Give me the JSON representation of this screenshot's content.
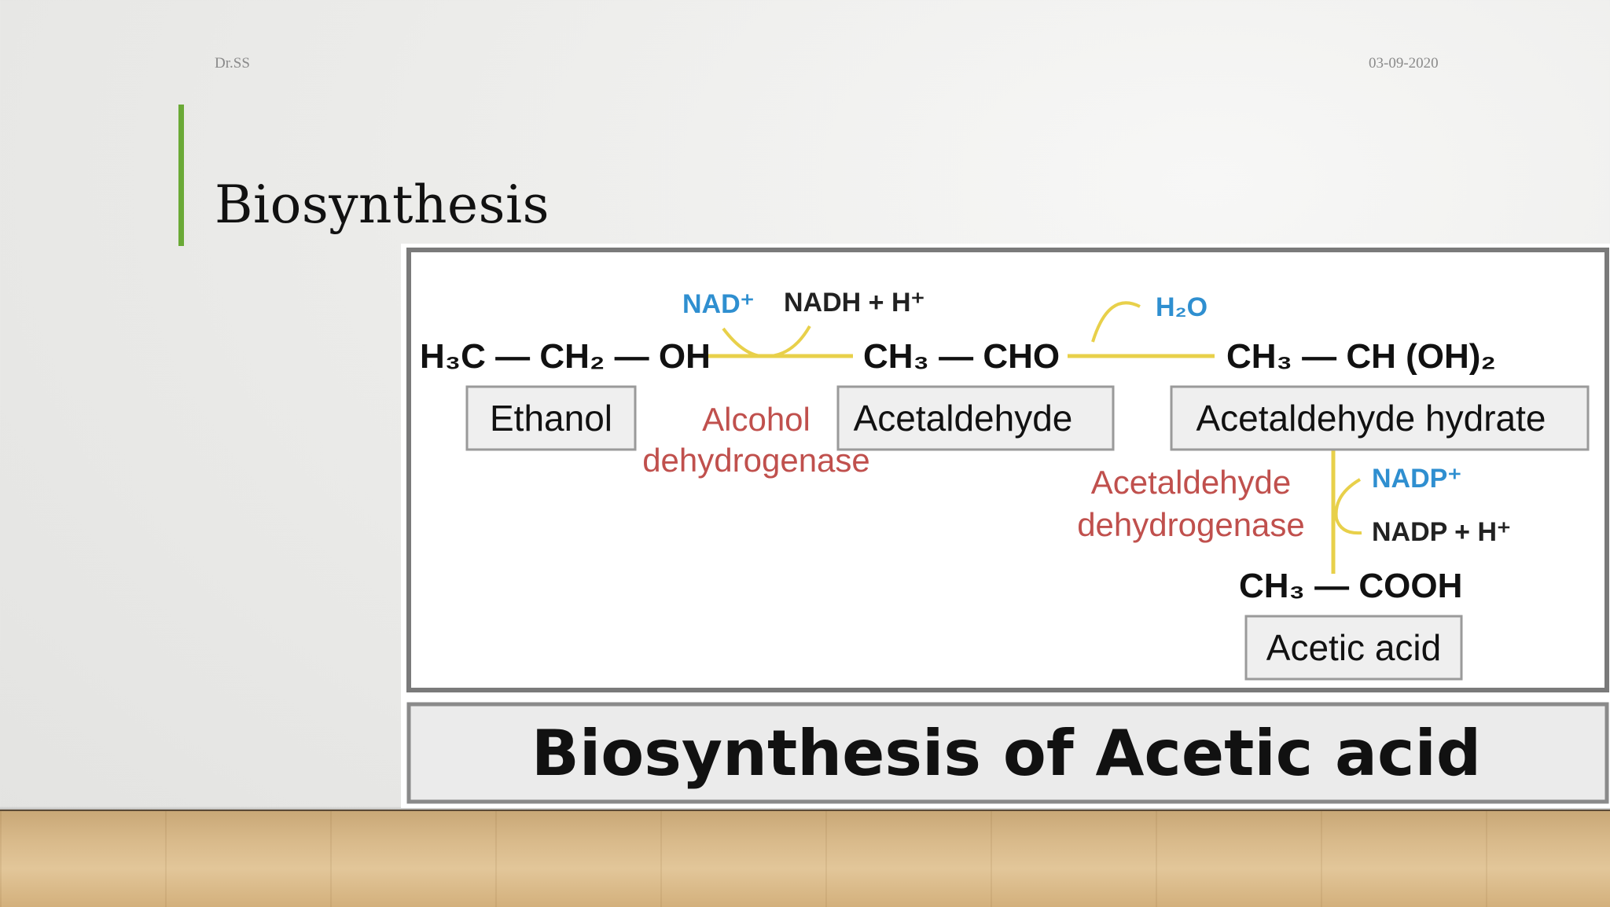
{
  "slide": {
    "author": "Dr.SS",
    "date": "03-09-2020",
    "title": "Biosynthesis",
    "accent_color": "#6aa936"
  },
  "diagram": {
    "molecules": {
      "ethanol_formula": "H₃C — CH₂ — OH",
      "acetaldehyde_formula": "CH₃ — CHO",
      "hydrate_formula": "CH₃ — CH (OH)₂",
      "acetic_formula": "CH₃ — COOH"
    },
    "labels": {
      "ethanol": "Ethanol",
      "acetaldehyde": "Acetaldehyde",
      "hydrate": "Acetaldehyde hydrate",
      "acetic": "Acetic acid"
    },
    "enzymes": {
      "enzyme1_line1": "Alcohol",
      "enzyme1_line2": "dehydrogenase",
      "enzyme2_line1": "Acetaldehyde",
      "enzyme2_line2": "dehydrogenase"
    },
    "cofactors": {
      "nad": "NAD⁺",
      "nadh": "NADH + H⁺",
      "water": "H₂O",
      "nadp": "NADP⁺",
      "nadph": "NADP + H⁺"
    },
    "caption": "Biosynthesis of Acetic acid",
    "colors": {
      "enzyme": "#c0504d",
      "cofactor": "#2f8fd0",
      "arrow": "#e8d04a"
    }
  }
}
